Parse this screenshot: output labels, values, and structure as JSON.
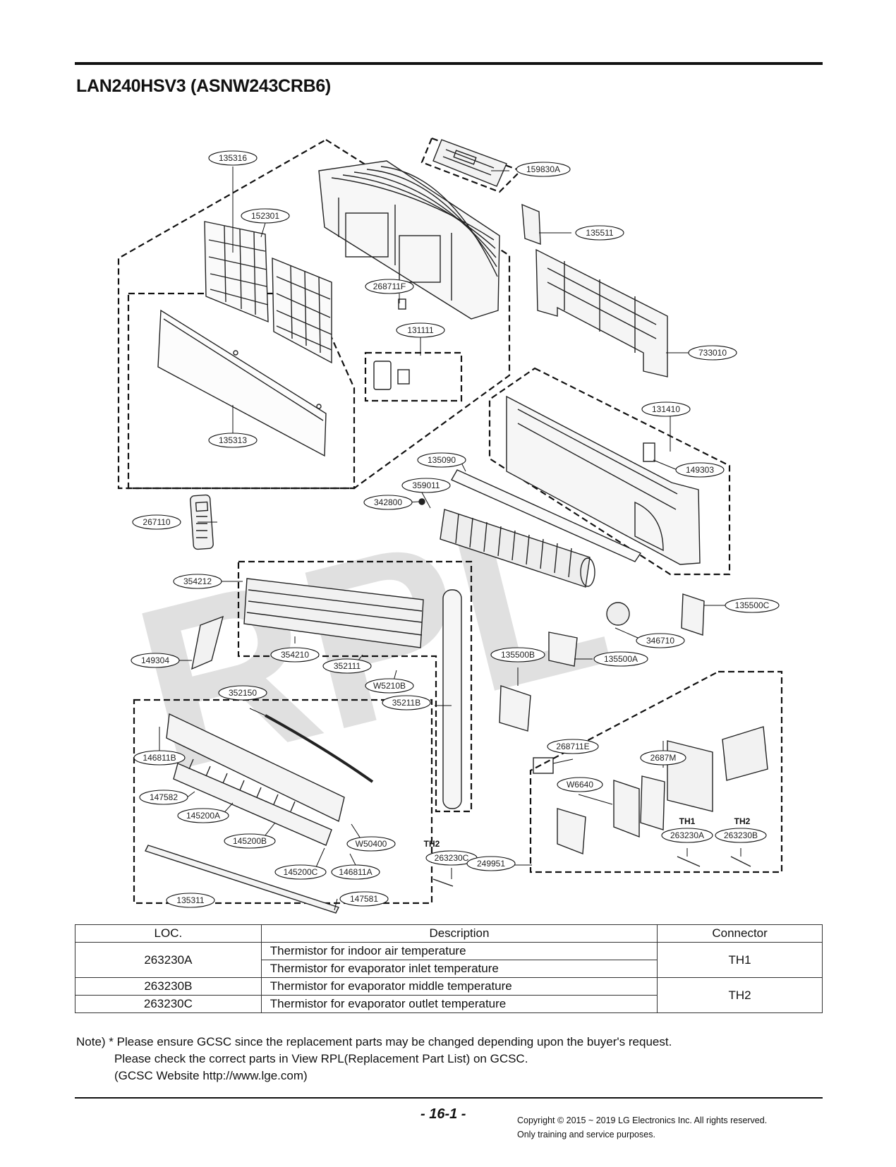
{
  "page": {
    "title": "LAN240HSV3 (ASNW243CRB6)",
    "watermark": "RPL",
    "page_number": "- 16-1 -",
    "copyright": [
      "Copyright © 2015 ~ 2019 LG Electronics Inc. All rights reserved.",
      "Only training and service purposes."
    ]
  },
  "parts": {
    "p135316": "135316",
    "p159830A": "159830A",
    "p152301": "152301",
    "p135511": "135511",
    "p268711F": "268711F",
    "p131111": "131111",
    "p733010": "733010",
    "p131410": "131410",
    "p135313": "135313",
    "p135090": "135090",
    "p149303": "149303",
    "p359011": "359011",
    "p342800": "342800",
    "p267110": "267110",
    "p354212": "354212",
    "p135500C": "135500C",
    "p346710": "346710",
    "p135500B": "135500B",
    "p135500A": "135500A",
    "p149304": "149304",
    "p354210": "354210",
    "p352111": "352111",
    "pW5210B": "W5210B",
    "p352150": "352150",
    "p35211B": "35211B",
    "p146811B": "146811B",
    "p268711E": "268711E",
    "p2687M": "2687M",
    "pW6640": "W6640",
    "p147582": "147582",
    "p145200A": "145200A",
    "p145200B": "145200B",
    "pW50400": "W50400",
    "p263230A": "263230A",
    "p263230B": "263230B",
    "p263230C": "263230C",
    "p249951": "249951",
    "p145200C": "145200C",
    "p146811A": "146811A",
    "p147581": "147581",
    "p135311": "135311"
  },
  "connector_tags": {
    "th1": "TH1",
    "th2_pcb": "TH2",
    "th2_loose": "TH2"
  },
  "table": {
    "headers": [
      "LOC.",
      "Description",
      "Connector"
    ],
    "rows": [
      {
        "loc": "263230A",
        "desc": [
          "Thermistor for indoor air temperature",
          "Thermistor for evaporator inlet temperature"
        ],
        "connector": "TH1"
      },
      {
        "loc": "263230B",
        "desc": [
          "Thermistor for evaporator middle temperature"
        ]
      },
      {
        "loc": "263230C",
        "desc": [
          "Thermistor for evaporator outlet temperature"
        ],
        "connector": "TH2"
      }
    ]
  },
  "note": [
    "Note) * Please ensure GCSC since the replacement parts may be changed depending upon the buyer's request.",
    "Please check  the correct parts in View RPL(Replacement Part List) on GCSC.",
    "(GCSC Website  http://www.lge.com)"
  ]
}
